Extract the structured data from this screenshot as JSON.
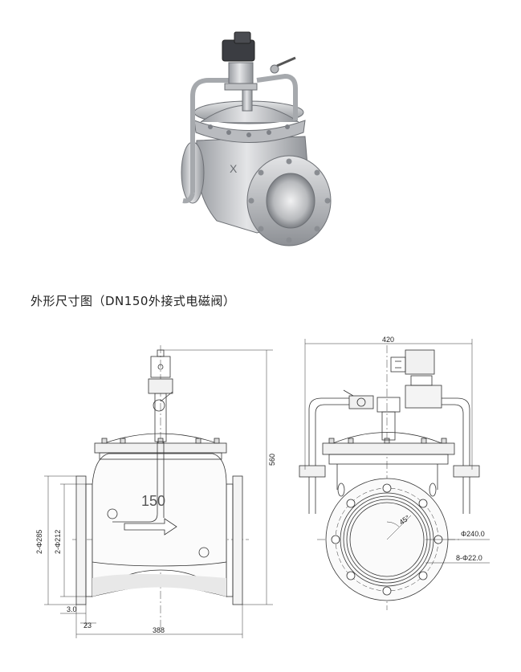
{
  "caption": "外形尺寸图（DN150外接式电磁阀）",
  "body_marking": "150",
  "photo_marking": "X",
  "front_view": {
    "width": "388",
    "height": "560",
    "flange_od": "2-Φ285",
    "raised_face": "2-Φ212",
    "raised_face_thk": "3.0",
    "flange_thk": "23"
  },
  "side_view": {
    "width": "420",
    "bolt_circle": "Φ240.0",
    "bolt_holes": "8-Φ22.0",
    "bolt_angle": "45°"
  },
  "colors": {
    "line": "#333333",
    "metal_light": "#d9dadc",
    "metal_dark": "#8c8f94"
  }
}
